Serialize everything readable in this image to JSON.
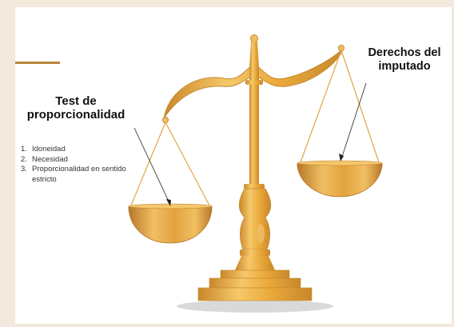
{
  "left_label": {
    "title_line1": "Test de",
    "title_line2": "proporcionalidad",
    "items": [
      {
        "num": "1.",
        "text": "Idoneidad"
      },
      {
        "num": "2.",
        "text": "Necesidad"
      },
      {
        "num": "3.",
        "text": "Proporcionalidad en sentido estricto"
      }
    ]
  },
  "right_label": {
    "title_line1": "Derechos del",
    "title_line2": "imputado"
  },
  "colors": {
    "background": "#f3e9dc",
    "card": "#ffffff",
    "accent": "#b8873a",
    "gold_light": "#f6c86a",
    "gold_mid": "#e9a83a",
    "gold_dark": "#c9872a",
    "shadow": "#d9d9d9"
  },
  "icons": [
    "balance-scale-icon"
  ]
}
